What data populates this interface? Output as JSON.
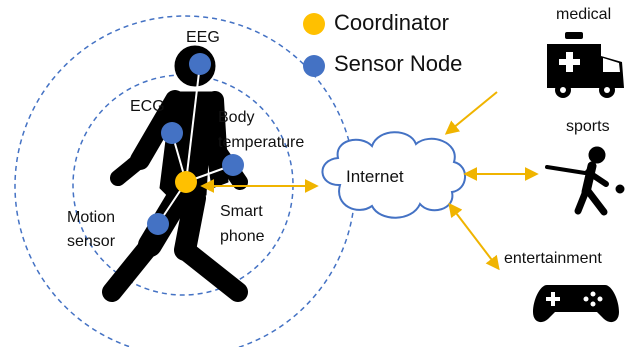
{
  "legend": {
    "coordinator_label": "Coordinator",
    "sensor_label": "Sensor Node",
    "coordinator_color": "#FFC000",
    "sensor_color": "#4472C4"
  },
  "body_labels": {
    "eeg": "EEG",
    "ecg": "ECG",
    "body_temperature_line1": "Body",
    "body_temperature_line2": "temperature",
    "smart_phone_line1": "Smart",
    "smart_phone_line2": "phone",
    "motion_sensor_line1": "Motion",
    "motion_sensor_line2": "sensor"
  },
  "network": {
    "internet_label": "Internet"
  },
  "services": {
    "medical": "medical",
    "sports": "sports",
    "entertainment": "entertainment"
  },
  "icons": {
    "person": "person-silhouette-icon",
    "cloud": "cloud-icon",
    "medical": "ambulance-icon",
    "sports": "baseball-player-icon",
    "entertainment": "gamepad-icon"
  },
  "colors": {
    "arrow": "#F0B400",
    "circle": "#4472C4",
    "link": "#FFFFFF",
    "silhouette": "#000000",
    "cloud_stroke": "#4472C4"
  }
}
